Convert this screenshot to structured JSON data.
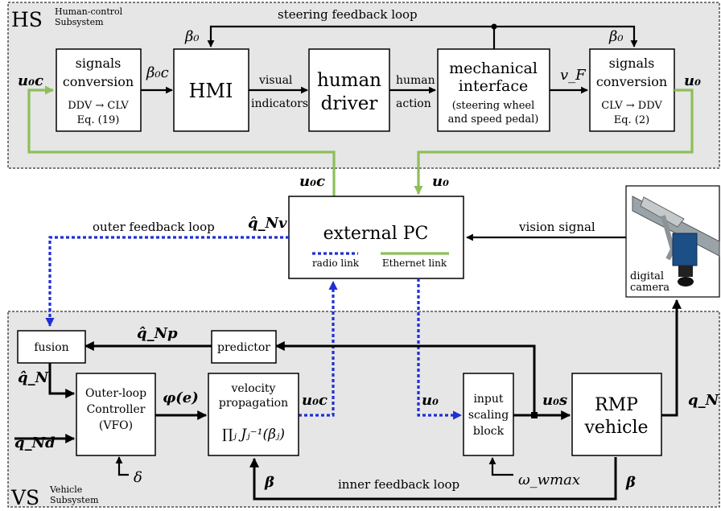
{
  "hs_subsystem": {
    "abbr": "HS",
    "name_line1": "Human-control",
    "name_line2": "Subsystem"
  },
  "vs_subsystem": {
    "abbr": "VS",
    "name_line1": "Vehicle",
    "name_line2": "Subsystem"
  },
  "blocks": {
    "sig_conv_left": {
      "line1": "signals",
      "line2": "conversion",
      "line3": "DDV → CLV",
      "line4": "Eq. (19)"
    },
    "hmi": {
      "label": "HMI"
    },
    "human_driver": {
      "line1": "human",
      "line2": "driver"
    },
    "mechanical": {
      "line1": "mechanical",
      "line2": "interface",
      "line3": "(steering wheel",
      "line4": "and speed pedal)"
    },
    "sig_conv_right": {
      "line1": "signals",
      "line2": "conversion",
      "line3": "CLV → DDV",
      "line4": "Eq. (2)"
    },
    "external_pc": {
      "label": "external PC",
      "legend_radio": "radio link",
      "legend_ethernet": "Ethernet link"
    },
    "camera": {
      "line1": "digital",
      "line2": "camera"
    },
    "fusion": {
      "label": "fusion"
    },
    "predictor": {
      "label": "predictor"
    },
    "outer_controller": {
      "line1": "Outer-loop",
      "line2": "Controller",
      "line3": "(VFO)"
    },
    "velocity_prop": {
      "line1": "velocity",
      "line2": "propagation",
      "formula": "∏ⱼ Jⱼ⁻¹(βⱼ)"
    },
    "input_scaling": {
      "line1": "input",
      "line2": "scaling",
      "line3": "block"
    },
    "rmp_vehicle": {
      "line1": "RMP",
      "line2": "vehicle"
    }
  },
  "labels": {
    "steering_feedback_loop": "steering feedback loop",
    "visual_indicators_1": "visual",
    "visual_indicators_2": "indicators",
    "human_action_1": "human",
    "human_action_2": "action",
    "outer_feedback_loop": "outer feedback loop",
    "vision_signal": "vision signal",
    "inner_feedback_loop": "inner feedback loop"
  },
  "symbols": {
    "beta0": "β₀",
    "beta0c": "β₀c",
    "vF": "v_F",
    "u0": "u₀",
    "u0c": "u₀c",
    "u0s": "u₀s",
    "qNv": "q̂_Nv",
    "qNp": "q̂_Np",
    "qN_hat": "q̂_N",
    "qN": "q_N",
    "qNd": "q_Nd",
    "phi_e": "φ(e)",
    "delta": "δ",
    "omega_wmax": "ω_wmax",
    "beta": "β"
  }
}
